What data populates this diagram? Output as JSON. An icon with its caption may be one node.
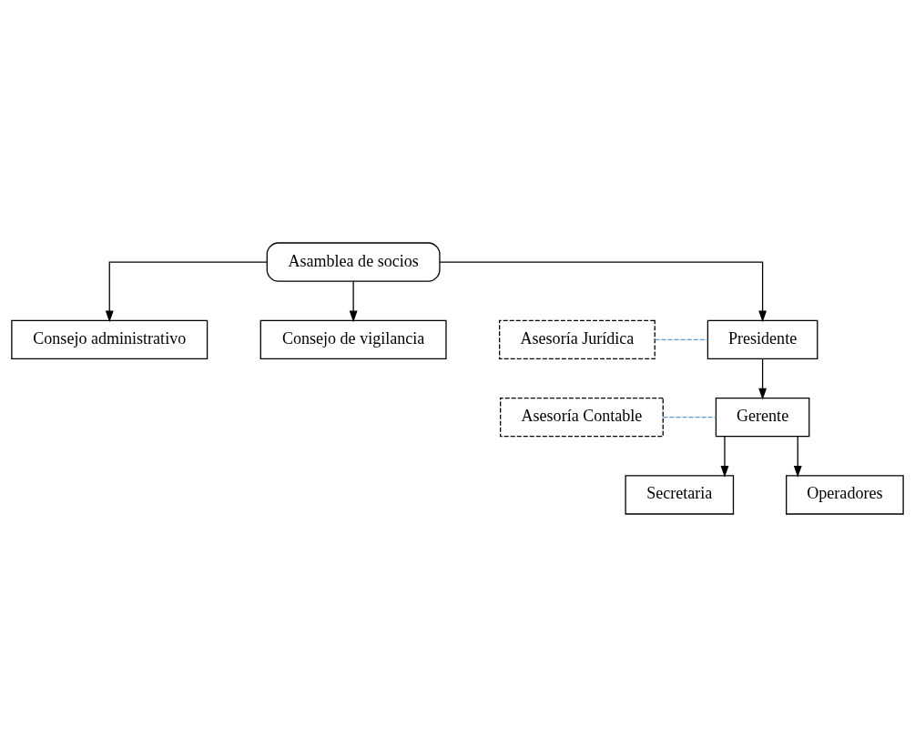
{
  "diagram": {
    "nodes": [
      {
        "text": [
          "Asamblea de socios"
        ]
      },
      {
        "text": [
          "Consejo administrativo"
        ]
      },
      {
        "text": [
          "Consejo de vigilancia"
        ]
      },
      {
        "text": [
          "Asesoría Jurídica"
        ]
      },
      {
        "text": [
          "Presidente"
        ]
      },
      {
        "text": [
          "Asesoría Contable"
        ]
      },
      {
        "text": [
          "Gerente"
        ]
      },
      {
        "text": [
          "Secretaria"
        ]
      },
      {
        "text": [
          "Operadores"
        ]
      }
    ],
    "edges": [
      {
        "from": 0,
        "to": 1,
        "arrow": "to"
      },
      {
        "from": 0,
        "to": 4,
        "arrow": "to"
      },
      {
        "from": 0,
        "to": 2,
        "arrow": "to"
      },
      {
        "from": 3,
        "to": 4,
        "arrow": "none",
        "style": "dashed",
        "color": "#5b9bd5"
      },
      {
        "from": 4,
        "to": 6,
        "arrow": "to"
      },
      {
        "from": 5,
        "to": 6,
        "arrow": "none",
        "style": "dashed",
        "color": "#5b9bd5"
      },
      {
        "from": 6,
        "to": 7,
        "arrow": "to"
      },
      {
        "from": 6,
        "to": 8,
        "arrow": "to"
      }
    ]
  }
}
